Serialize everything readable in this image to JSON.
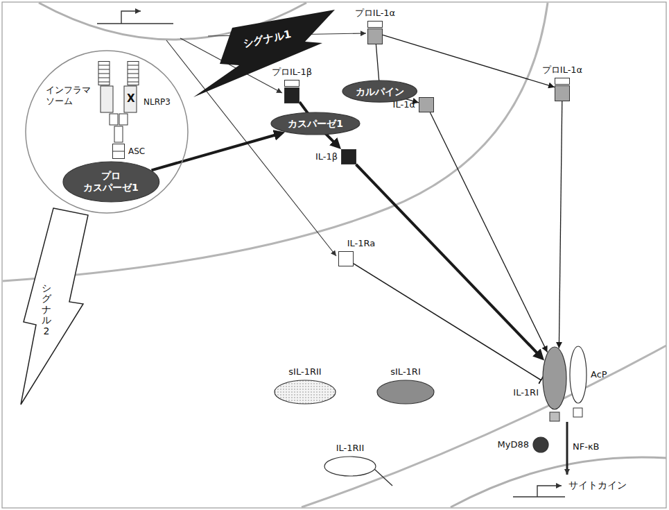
{
  "diagram": {
    "nodes": [
      {
        "text": [
          "シグナル1"
        ]
      },
      {
        "text": [
          "プロIL-1α"
        ]
      },
      {
        "text": [
          "プロIL-1β"
        ]
      },
      {
        "text": [
          "カルパイン"
        ]
      },
      {
        "text": [
          "カスパーゼ1"
        ]
      },
      {
        "text": [
          "プロIL-1α"
        ]
      },
      {
        "text": [
          "IL-1α"
        ]
      },
      {
        "text": [
          "IL-1β"
        ]
      },
      {
        "text": [
          "インフラマ ソーム"
        ]
      },
      {
        "text": [
          "NLRP3"
        ],
        "in": 8
      },
      {
        "text": [
          "ASC"
        ],
        "in": 8
      },
      {
        "text": [
          "プロ カスパーゼ1"
        ],
        "in": 8
      },
      {
        "text": [
          "シグナル2"
        ]
      },
      {
        "text": [
          "IL-1Ra"
        ]
      },
      {
        "text": [
          "IL-1RI"
        ]
      },
      {
        "text": [
          "AcP"
        ]
      },
      {
        "text": [
          "sIL-1RII"
        ]
      },
      {
        "text": [
          "sIL-1RI"
        ]
      },
      {
        "text": [
          "IL-1RII"
        ]
      },
      {
        "text": [
          "MyD88"
        ]
      }
    ],
    "edges": [
      {
        "from": 11,
        "to": 4,
        "arrow": "to"
      },
      {
        "from": 2,
        "to": 7,
        "arrow": "to"
      },
      {
        "from": 1,
        "to": 6,
        "arrow": "to"
      },
      {
        "from": 1,
        "to": 5,
        "arrow": "to"
      },
      {
        "from": 7,
        "to": 14,
        "arrow": "to"
      },
      {
        "from": 6,
        "to": 14,
        "arrow": "to"
      },
      {
        "from": 5,
        "to": 14,
        "arrow": "to"
      },
      {
        "from": 13,
        "to": 14,
        "arrow": "to"
      }
    ],
    "labels": [
      "X",
      "NF-κB",
      "サイトカイン"
    ]
  }
}
